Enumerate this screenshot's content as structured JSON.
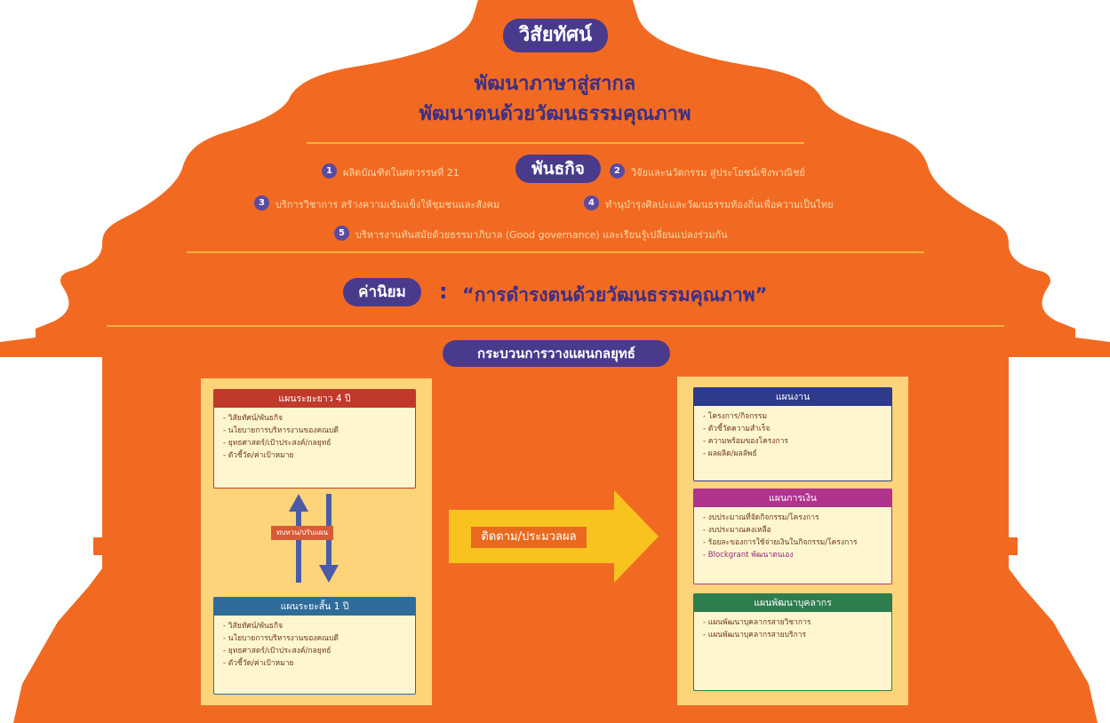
{
  "vision": {
    "label": "วิสัยทัศน์",
    "line1": "พัฒนาภาษาสู่สากล",
    "line2": "พัฒนาตนด้วยวัฒนธรรมคุณภาพ"
  },
  "mission": {
    "label": "พันธกิจ",
    "items": [
      {
        "num": "1",
        "text": "ผลิตบัณฑิตในศตวรรษที่ 21"
      },
      {
        "num": "2",
        "text": "วิจัยและนวัตกรรม สู่ประโยชน์เชิงพาณิชย์"
      },
      {
        "num": "3",
        "text": "บริการวิชาการ สร้างความเข้มแข็งให้ชุมชนและสังคม"
      },
      {
        "num": "4",
        "text": "ทำนุบำรุงศิลปะและวัฒนธรรมท้องถิ่นเพื่อความเป็นไทย"
      },
      {
        "num": "5",
        "text": "บริหารงานทันสมัยด้วยธรรมาภิบาล (Good governance) และเรียนรู้เปลี่ยนแปลงร่วมกัน"
      }
    ]
  },
  "values": {
    "label": "ค่านิยม",
    "colon": ":",
    "text": "“การดำรงตนด้วยวัฒนธรรมคุณภาพ”"
  },
  "strategy": {
    "label": "กระบวนการวางแผนกลยุทธ์",
    "long_plan": {
      "title": "แผนระยะยาว 4 ปี",
      "items": [
        "- วิสัยทัศน์/พันธกิจ",
        "- นโยบายการบริหารงานของคณบดี",
        "- ยุทธศาสตร์/เป้าประสงค์/กลยุทธ์",
        "- ตัวชี้วัด/ค่าเป้าหมาย"
      ]
    },
    "review_label": "ทบทวน/ปรับแผน",
    "short_plan": {
      "title": "แผนระยะสั้น 1 ปี",
      "items": [
        "- วิสัยทัศน์/พันธกิจ",
        "- นโยบายการบริหารงานของคณบดี",
        "- ยุทธศาสตร์/เป้าประสงค์/กลยุทธ์",
        "- ตัวชี้วัด/ค่าเป้าหมาย"
      ]
    },
    "monitor_label": "ติดตาม/ประมวลผล",
    "work_plan": {
      "title": "แผนงาน",
      "items": [
        "- โครงการ/กิจกรรม",
        "- ตัวชี้วัดความสำเร็จ",
        "- ความพร้อมของโครงการ",
        "- ผลผลิต/ผลลัพธ์"
      ]
    },
    "finance_plan": {
      "title": "แผนการเงิน",
      "items": [
        "- งบประมาณที่จัดกิจกรรม/โครงการ",
        "- งบประมาณคงเหลือ",
        "- ร้อยละของการใช้จ่ายเงินในกิจกรรม/โครงการ",
        "- Blockgrant พัฒนาตนเอง"
      ]
    },
    "hr_plan": {
      "title": "แผนพัฒนาบุคลากร",
      "items": [
        "- แผนพัฒนาบุคลากรสายวิชาการ",
        "- แผนพัฒนาบุคลากรสายบริการ"
      ]
    }
  },
  "colors": {
    "building": "#f26a21",
    "panel": "#fdd47a",
    "pill": "#4a3a8c",
    "divider": "#f7b23a",
    "long_plan_head": "#c0392b",
    "short_plan_head": "#2f6c9a",
    "work_plan_head": "#2e3a8c",
    "finance_plan_head": "#b0338e",
    "hr_plan_head": "#2e7d4e",
    "arrow": "#f9c31f",
    "updown_arrow": "#4a5ba8"
  }
}
